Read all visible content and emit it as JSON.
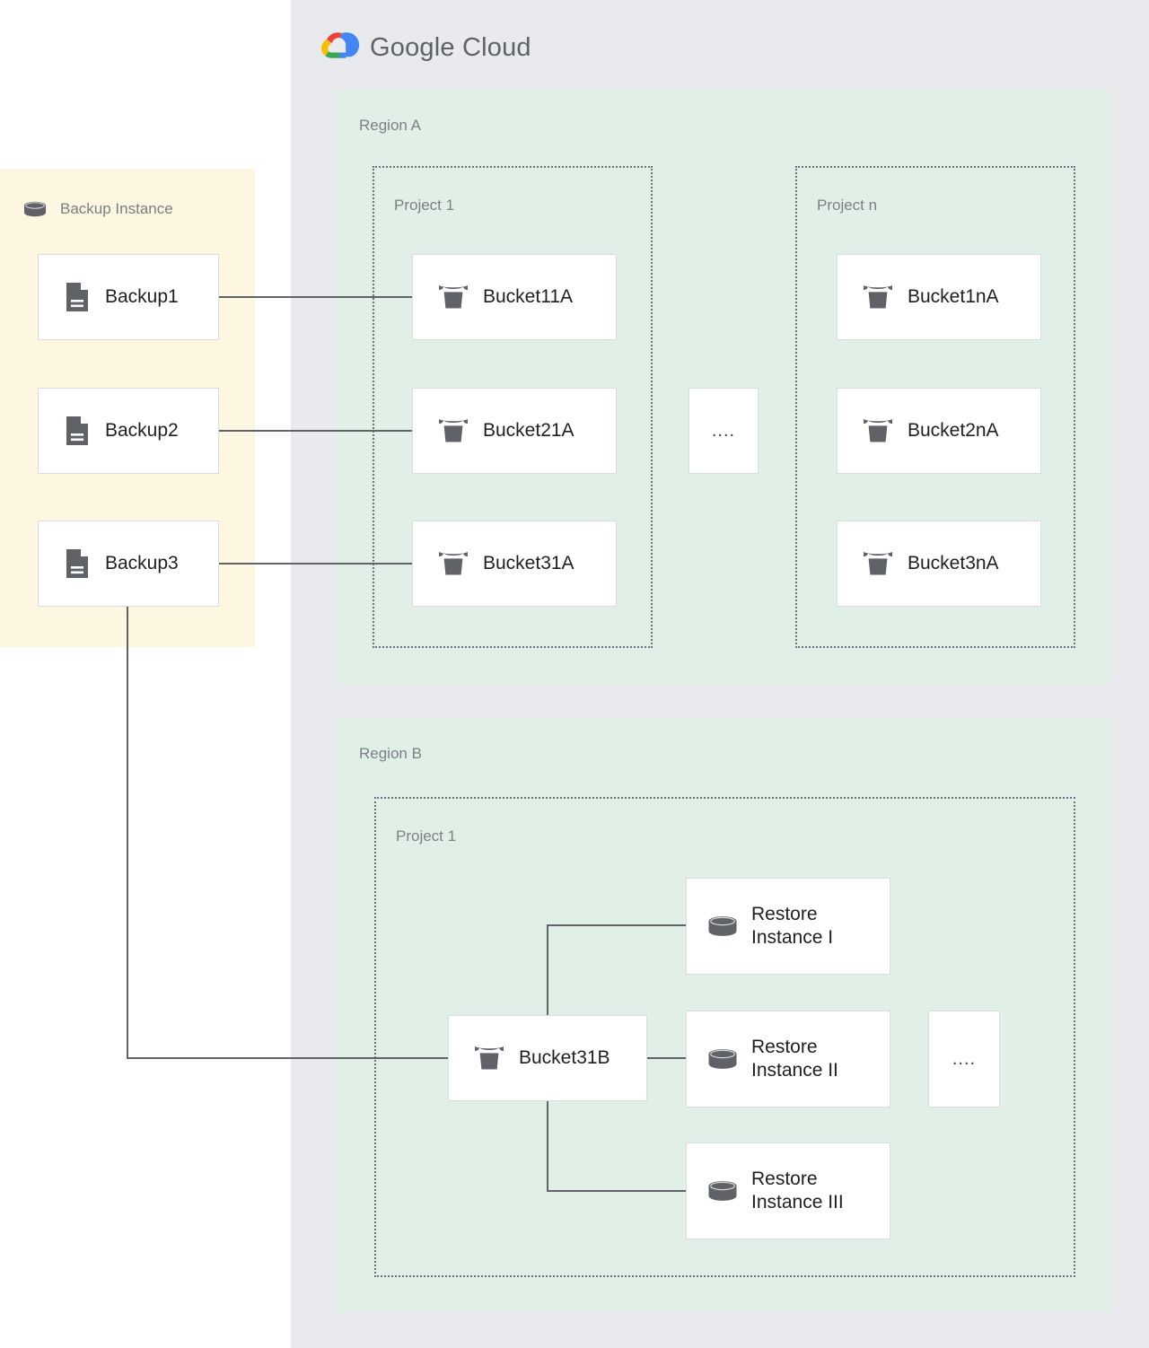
{
  "cloud": {
    "brand_word1": "Google",
    "brand_word2": "Cloud",
    "logo_icon": "google-cloud-logo-icon",
    "panel_color": "#e8eaed"
  },
  "backup_instance": {
    "title": "Backup Instance",
    "icon": "database-cylinder-icon",
    "panel_color": "#fdf6e0",
    "items": [
      {
        "label": "Backup1",
        "icon": "document-file-icon"
      },
      {
        "label": "Backup2",
        "icon": "document-file-icon"
      },
      {
        "label": "Backup3",
        "icon": "document-file-icon"
      }
    ]
  },
  "regions": [
    {
      "label": "Region A",
      "color": "#e1f0e7",
      "projects": [
        {
          "label": "Project 1",
          "buckets": [
            {
              "label": "Bucket11A",
              "icon": "storage-bucket-icon"
            },
            {
              "label": "Bucket21A",
              "icon": "storage-bucket-icon"
            },
            {
              "label": "Bucket31A",
              "icon": "storage-bucket-icon"
            }
          ]
        },
        {
          "label": "Project n",
          "buckets": [
            {
              "label": "Bucket1nA",
              "icon": "storage-bucket-icon"
            },
            {
              "label": "Bucket2nA",
              "icon": "storage-bucket-icon"
            },
            {
              "label": "Bucket3nA",
              "icon": "storage-bucket-icon"
            }
          ]
        }
      ],
      "ellipsis": "...."
    },
    {
      "label": "Region B",
      "color": "#e1f0e7",
      "projects": [
        {
          "label": "Project 1",
          "buckets": [
            {
              "label": "Bucket31B",
              "icon": "storage-bucket-icon"
            }
          ],
          "restores": [
            {
              "label": "Restore\nInstance I",
              "icon": "database-cylinder-icon"
            },
            {
              "label": "Restore\nInstance II",
              "icon": "database-cylinder-icon"
            },
            {
              "label": "Restore\nInstance III",
              "icon": "database-cylinder-icon"
            }
          ]
        }
      ],
      "ellipsis": "...."
    }
  ],
  "connections": [
    {
      "from": "Backup1",
      "to": "Bucket11A"
    },
    {
      "from": "Backup2",
      "to": "Bucket21A"
    },
    {
      "from": "Backup3",
      "to": "Bucket31A"
    },
    {
      "from": "Backup3",
      "to": "Bucket31B"
    },
    {
      "from": "Bucket31B",
      "to": "Restore Instance I"
    },
    {
      "from": "Bucket31B",
      "to": "Restore Instance II"
    },
    {
      "from": "Bucket31B",
      "to": "Restore Instance III"
    }
  ],
  "colors": {
    "connector": "#5f6368",
    "card_border": "#dadce0",
    "label_text": "#7c8084",
    "node_text": "#1f1f1f",
    "project_border": "#6b7280",
    "icon_fill": "#5f6368"
  }
}
